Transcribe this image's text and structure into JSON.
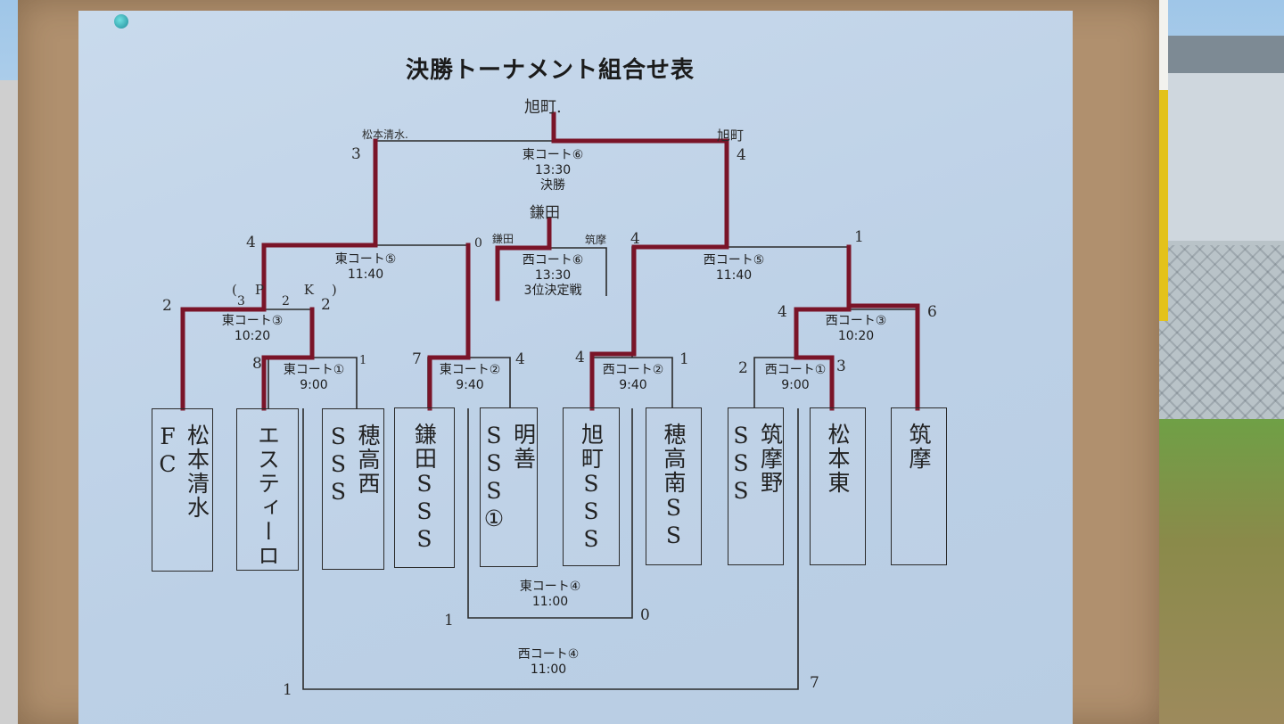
{
  "title": "決勝トーナメント組合せ表",
  "colors": {
    "winner_line": "#7a1428",
    "line": "#2b2b2b",
    "paper": "#c2d5ea"
  },
  "teams": [
    {
      "name": "松本清水FC"
    },
    {
      "name": "エスティーロ"
    },
    {
      "name": "穂高西SSS"
    },
    {
      "name": "鎌田SSS"
    },
    {
      "name": "明善SSS①"
    },
    {
      "name": "旭町SSS"
    },
    {
      "name": "穂高南SS"
    },
    {
      "name": "筑摩野SSS"
    },
    {
      "name": "松本東"
    },
    {
      "name": "筑摩"
    }
  ],
  "matches": {
    "east1": {
      "court": "東コート①",
      "time": "9:00"
    },
    "east2": {
      "court": "東コート②",
      "time": "9:40"
    },
    "west2": {
      "court": "西コート②",
      "time": "9:40"
    },
    "west1": {
      "court": "西コート①",
      "time": "9:00"
    },
    "east3": {
      "court": "東コート③",
      "time": "10:20"
    },
    "west3": {
      "court": "西コート③",
      "time": "10:20"
    },
    "east4": {
      "court": "東コート④",
      "time": "11:00"
    },
    "west4": {
      "court": "西コート④",
      "time": "11:00"
    },
    "east5": {
      "court": "東コート⑤",
      "time": "11:40"
    },
    "west5": {
      "court": "西コート⑤",
      "time": "11:40"
    },
    "east6": {
      "court": "東コート⑥",
      "time": "13:30",
      "label": "決勝"
    },
    "west6": {
      "court": "西コート⑥",
      "time": "13:30",
      "label": "3位決定戦"
    }
  },
  "handwritten": {
    "champion": "旭町.",
    "final_left": "松本清水.",
    "final_right": "旭町",
    "third_winner": "鎌田",
    "third_left": "鎌田",
    "third_right": "筑摩",
    "pk": "(P K)",
    "pk_left": "3",
    "pk_right": "2"
  },
  "scores": {
    "final_left": "3",
    "final_right": "4",
    "e5_left": "4",
    "e5_right": "0",
    "w5_left": "4",
    "w5_right": "1",
    "e3_left": "2",
    "e3_right": "2",
    "w3_left": "4",
    "w3_right": "6",
    "e1_left": "8",
    "e1_right": "1",
    "e2_left": "7",
    "e2_right": "4",
    "w2_left": "4",
    "w2_right": "1",
    "w1_left": "2",
    "w1_right": "3",
    "e4_left": "1",
    "e4_right": "0",
    "w4_left": "1",
    "w4_right": "7"
  }
}
